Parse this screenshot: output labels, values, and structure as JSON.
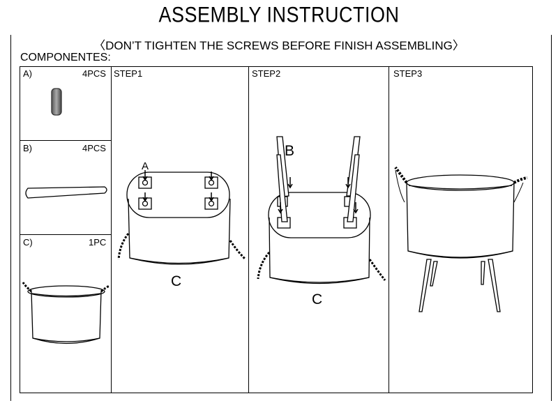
{
  "header": {
    "title": "ASSEMBLY INSTRUCTION",
    "subtitle": "〈DON’T TIGHTEN THE SCREWS BEFORE FINISH ASSEMBLING〉",
    "components_label": "COMPONENTES:"
  },
  "components": [
    {
      "letter": "A)",
      "qty": "4PCS"
    },
    {
      "letter": "B)",
      "qty": "4PCS"
    },
    {
      "letter": "C)",
      "qty": "1PC"
    }
  ],
  "steps": [
    {
      "label": "STEP1",
      "callouts": [
        "A",
        "C"
      ]
    },
    {
      "label": "STEP2",
      "callouts": [
        "B",
        "C"
      ]
    },
    {
      "label": "STEP3",
      "callouts": []
    }
  ]
}
